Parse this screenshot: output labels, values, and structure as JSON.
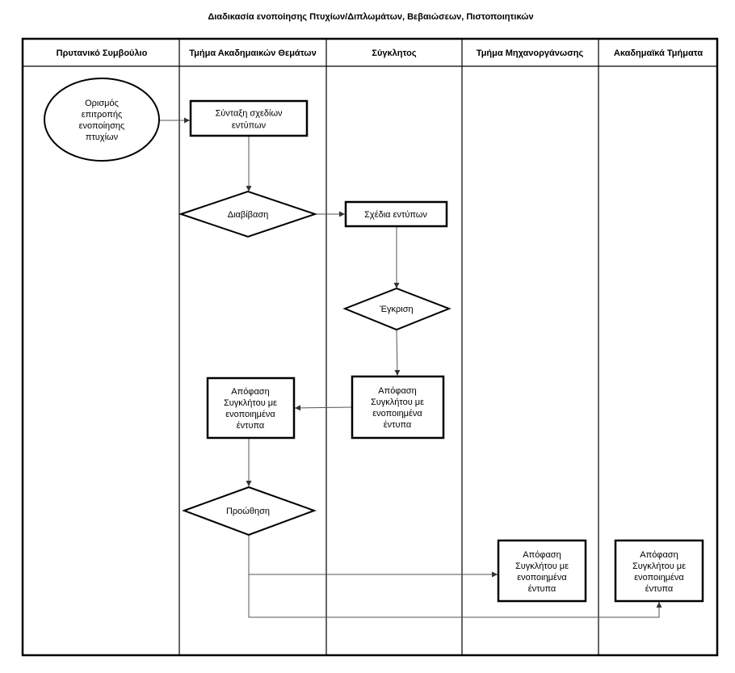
{
  "title": "Διαδικασία ενοποίησης Πτυχίων/Διπλωμάτων, Βεβαιώσεων, Πιστοποιητικών",
  "lanes": [
    "Πρυτανικό Συμβούλιο",
    "Τμήμα Ακαδημαικών Θεμάτων",
    "Σύγκλητος",
    "Τμήμα Μηχανοργάνωσης",
    "Ακαδημαϊκά Τμήματα"
  ],
  "nodes": {
    "committee": [
      "Ορισμός",
      "επιτροπής",
      "ενοποίησης",
      "πτυχίων"
    ],
    "drafting": [
      "Σύνταξη σχεδίων",
      "εντύπων"
    ],
    "review": [
      "Διαβίβαση"
    ],
    "drafts": [
      "Σχέδια εντύπων"
    ],
    "approval": [
      "Έγκριση"
    ],
    "decision_senate": [
      "Απόφαση",
      "Συγκλήτου με",
      "ενοποιημένα",
      "έντυπα"
    ],
    "decision_academic": [
      "Απόφαση",
      "Συγκλήτου με",
      "ενοποιημένα",
      "έντυπα"
    ],
    "forward": [
      "Προώθηση"
    ],
    "decision_it": [
      "Απόφαση",
      "Συγκλήτου με",
      "ενοποιημένα",
      "έντυπα"
    ],
    "decision_depts": [
      "Απόφαση",
      "Συγκλήτου με",
      "ενοποιημένα",
      "έντυπα"
    ]
  }
}
